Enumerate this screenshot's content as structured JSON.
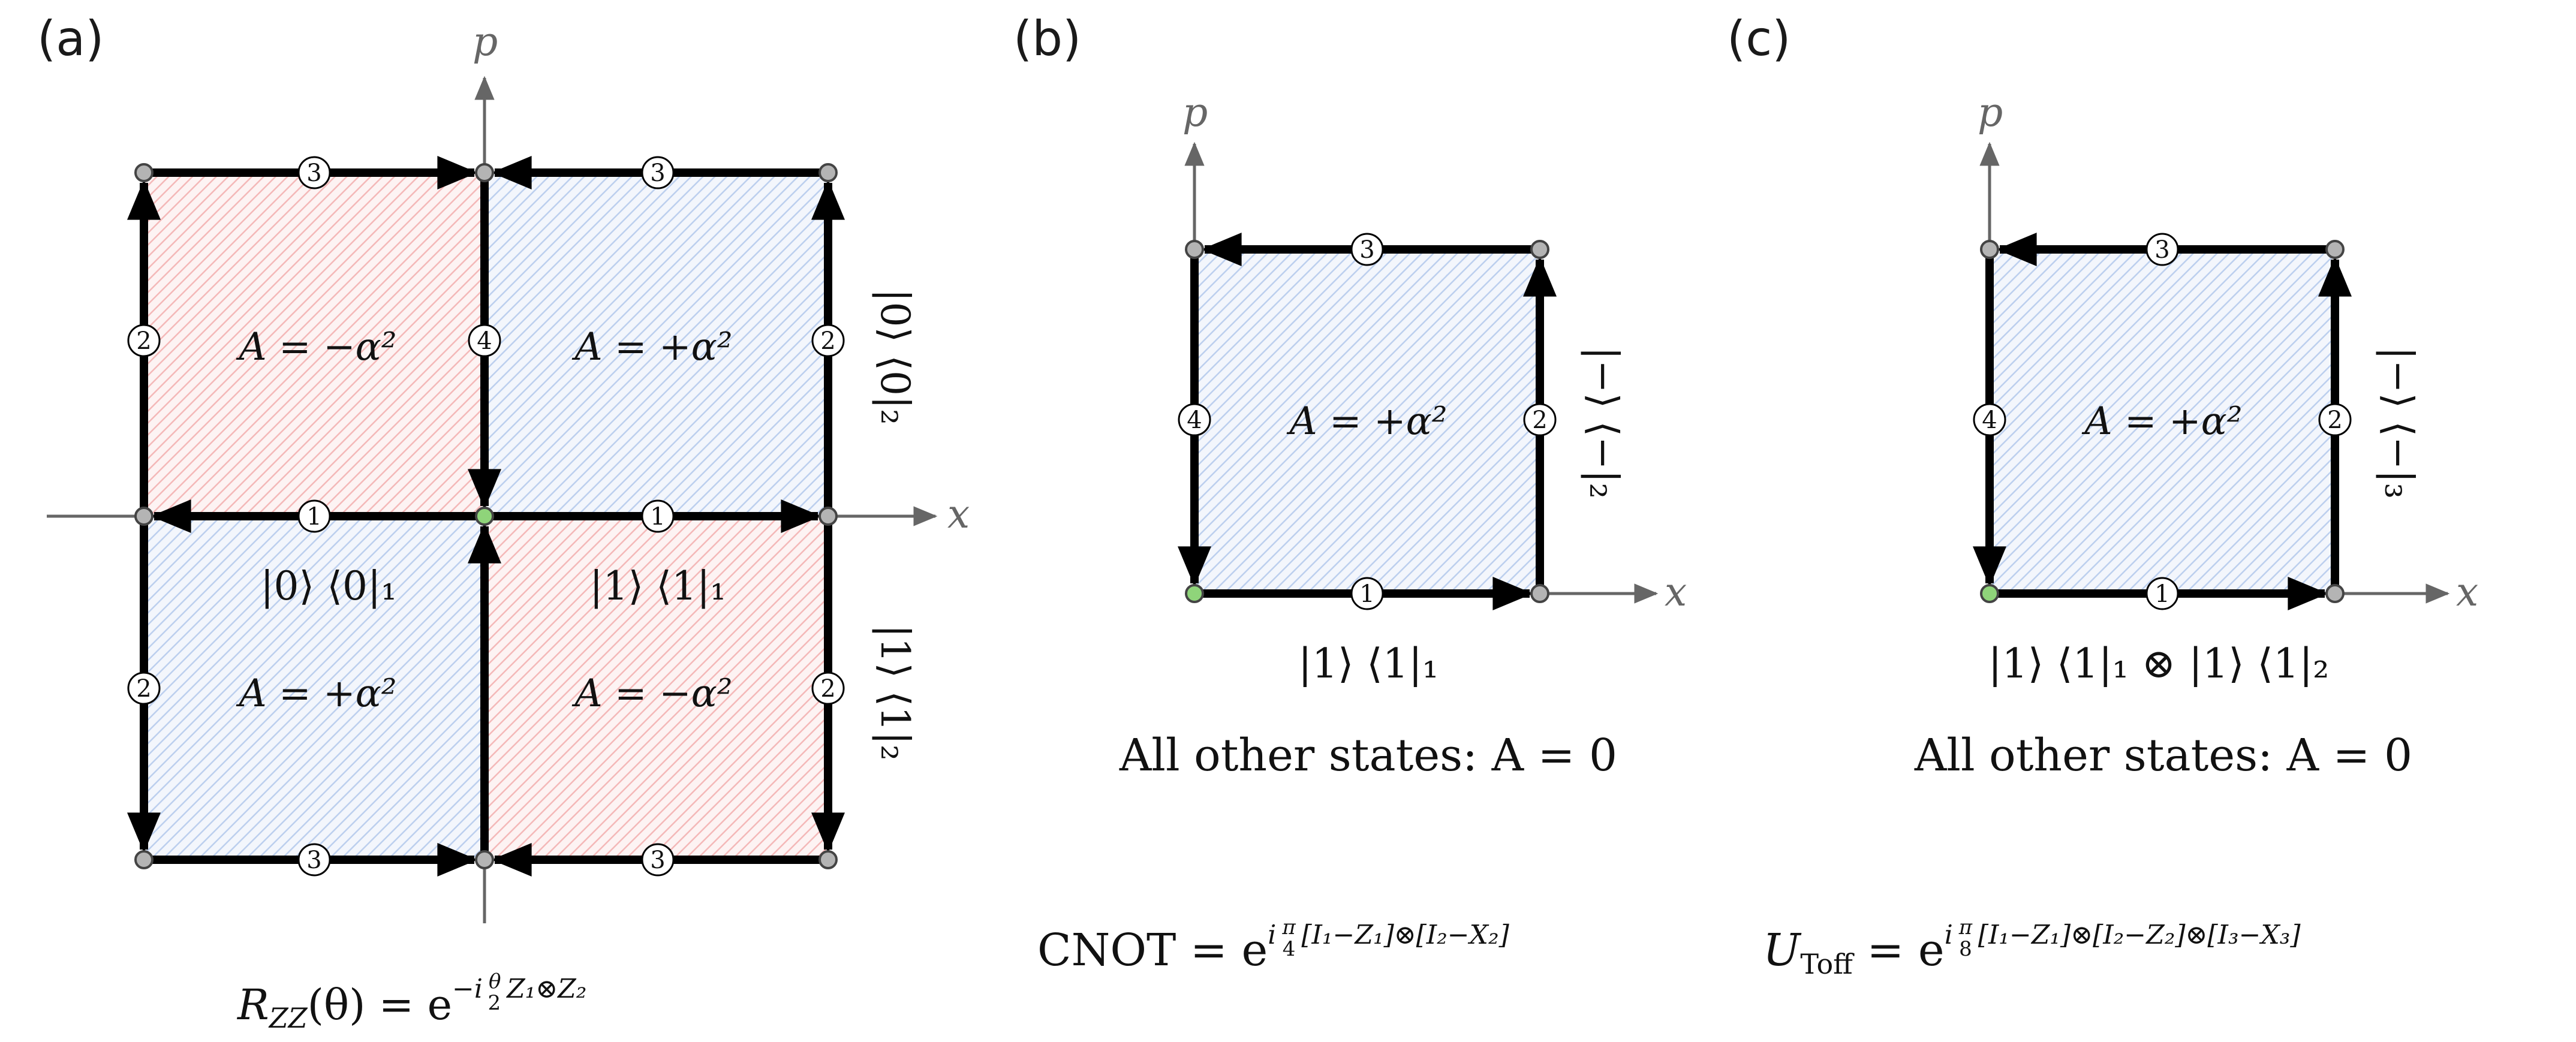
{
  "panels": {
    "a": {
      "letter": "(a)",
      "axis_x": "x",
      "axis_p": "p",
      "areas": {
        "tl": "A = −α²",
        "tr": "A = +α²",
        "bl": "A = +α²",
        "br": "A = −α²"
      },
      "qubit1_labels": {
        "left": "|0⟩ ⟨0|₁",
        "right": "|1⟩ ⟨1|₁"
      },
      "qubit2_labels": {
        "top": "|0⟩ ⟨0|₂",
        "bottom": "|1⟩ ⟨1|₂"
      },
      "formula": "R_ZZ(θ) = e^{−i θ/2 Z₁⊗Z₂}",
      "formula_parts": {
        "lhs": "R",
        "lhs_sub": "ZZ",
        "lhs_arg": "(θ) = e",
        "exp": "−i",
        "frac_num": "θ",
        "frac_den": "2",
        "exp_rest": "Z₁⊗Z₂"
      },
      "steps": {
        "one": "1",
        "two": "2",
        "three": "3",
        "four": "4"
      }
    },
    "b": {
      "letter": "(b)",
      "axis_x": "x",
      "axis_p": "p",
      "area": "A = +α²",
      "bottom_label": "|1⟩ ⟨1|₁",
      "side_label": "|−⟩ ⟨−|₂",
      "other_states": "All other states:  A = 0",
      "formula": "CNOT = e^{i π/4 [I₁−Z₁]⊗[I₂−X₂]}",
      "formula_parts": {
        "lhs": "CNOT = e",
        "exp": "i",
        "frac_num": "π",
        "frac_den": "4",
        "exp_rest": "[I₁−Z₁]⊗[I₂−X₂]"
      }
    },
    "c": {
      "letter": "(c)",
      "axis_x": "x",
      "axis_p": "p",
      "area": "A = +α²",
      "bottom_label": "|1⟩ ⟨1|₁ ⊗ |1⟩ ⟨1|₂",
      "side_label": "|−⟩ ⟨−|₃",
      "other_states": "All other states:  A = 0",
      "formula": "U_Toff = e^{i π/8 [I₁−Z₁]⊗[I₂−Z₂]⊗[I₃−X₃]}",
      "formula_parts": {
        "lhs": "U",
        "lhs_sub": "Toff",
        "lhs_eq": " = e",
        "exp": "i",
        "frac_num": "π",
        "frac_den": "8",
        "exp_rest": "[I₁−Z₁]⊗[I₂−Z₂]⊗[I₃−X₃]"
      }
    }
  },
  "colors": {
    "red_region": "#f4b8b8",
    "blue_region": "#bccfee",
    "start_node": "#8fd47a",
    "node": "#b4b4b4",
    "path": "#000000",
    "axis": "#666666"
  }
}
